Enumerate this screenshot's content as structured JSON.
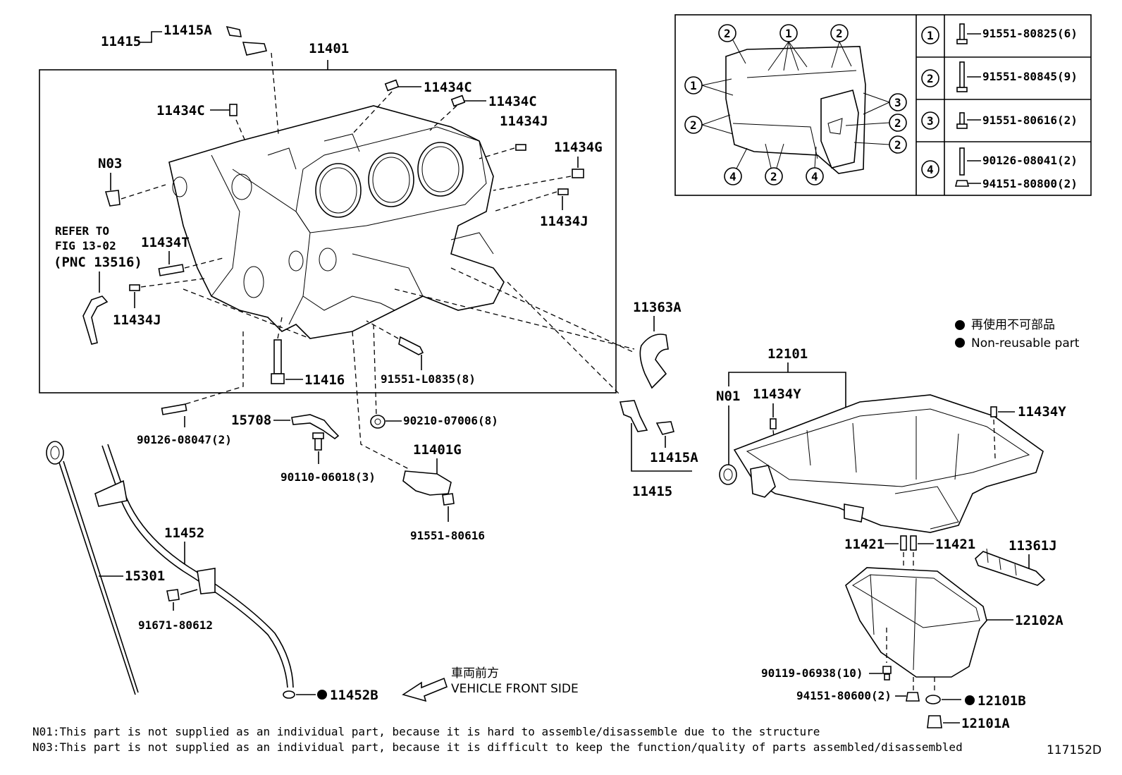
{
  "labels": {
    "p11415_top": "11415",
    "p11415a_top": "11415A",
    "p11401": "11401",
    "p11434c_a": "11434C",
    "p11434c_b": "11434C",
    "p11434c_c": "11434C",
    "p11434j_a": "11434J",
    "p11434g": "11434G",
    "p11434j_b": "11434J",
    "n03": "N03",
    "refer_1": "REFER TO",
    "refer_2": "FIG 13-02",
    "refer_3": "(PNC 13516)",
    "p11434t": "11434T",
    "p11434j_c": "11434J",
    "p11416": "11416",
    "p91551_l0835": "91551-L0835(8)",
    "p11363a": "11363A",
    "p90126_08047": "90126-08047(2)",
    "p15708": "15708",
    "p90210": "90210-07006(8)",
    "p90110": "90110-06018(3)",
    "p11401g": "11401G",
    "p91551_80616": "91551-80616",
    "p11415a_right": "11415A",
    "p11415_right": "11415",
    "p11452": "11452",
    "p15301": "15301",
    "p91671": "91671-80612",
    "p11452b": "11452B",
    "p12101": "12101",
    "n01": "N01",
    "p11434y_a": "11434Y",
    "p11434y_b": "11434Y",
    "p11421_a": "11421",
    "p11421_b": "11421",
    "p11361j": "11361J",
    "p12102a": "12102A",
    "p90119": "90119-06938(10)",
    "p94151_80600": "94151-80600(2)",
    "p12101b": "12101B",
    "p12101a": "12101A",
    "direction_jp": "車両前方",
    "direction_en": "VEHICLE FRONT SIDE"
  },
  "legend": {
    "jp": "再使用不可部品",
    "en": "Non-reusable part"
  },
  "bolt_table": [
    {
      "num": "1",
      "parts": [
        "91551-80825(6)"
      ]
    },
    {
      "num": "2",
      "parts": [
        "91551-80845(9)"
      ]
    },
    {
      "num": "3",
      "parts": [
        "91551-80616(2)"
      ]
    },
    {
      "num": "4",
      "parts": [
        "90126-08041(2)",
        "94151-80800(2)"
      ]
    }
  ],
  "inset_callouts": [
    "2",
    "1",
    "2",
    "1",
    "2",
    "3",
    "2",
    "2",
    "4",
    "2",
    "4"
  ],
  "notes": [
    "N01:This part is not supplied as an individual part, because it is hard to assemble/disassemble due to the structure",
    "N03:This part is not supplied as an individual part, because it is difficult to keep the function/quality of parts assembled/disassembled"
  ],
  "figure_id": "117152D"
}
